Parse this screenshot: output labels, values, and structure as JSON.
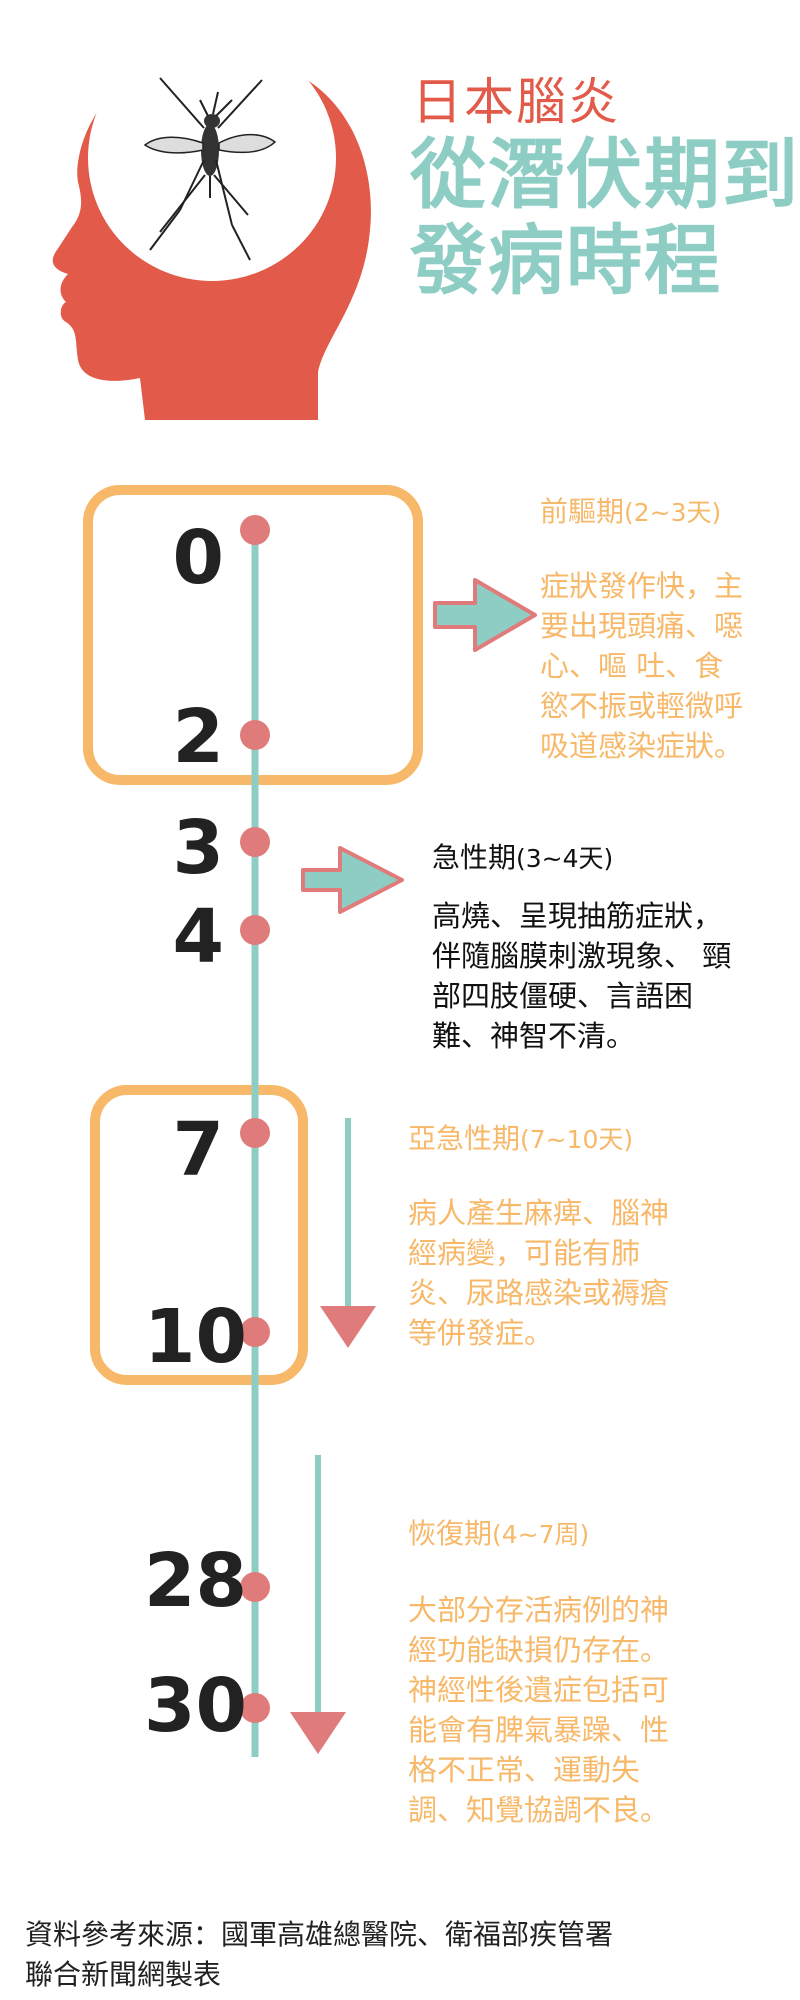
{
  "header": {
    "title": "日本腦炎",
    "subtitle_line1": "從潛伏期到",
    "subtitle_line2": "發病時程"
  },
  "timeline": {
    "day_labels": [
      "0",
      "2",
      "3",
      "4",
      "7",
      "10",
      "28",
      "30"
    ]
  },
  "phases": [
    {
      "name": "前驅期",
      "duration": "(2~3天)",
      "lines": [
        "症狀發作快，主",
        "要出現頭痛、噁",
        "心、嘔 吐、食",
        "慾不振或輕微呼",
        "吸道感染症狀。"
      ]
    },
    {
      "name": "急性期",
      "duration": "(3~4天)",
      "lines": [
        "高燒、呈現抽筋症狀，",
        "伴隨腦膜刺激現象、 頸",
        "部四肢僵硬、言語困",
        "難、神智不清。"
      ]
    },
    {
      "name": "亞急性期",
      "duration": "(7~10天)",
      "lines": [
        "病人產生麻痺、腦神",
        "經病變，可能有肺",
        "炎、尿路感染或褥瘡",
        "等併發症。"
      ]
    },
    {
      "name": "恢復期",
      "duration": "(4~7周)",
      "lines": [
        "大部分存活病例的神",
        "經功能缺損仍存在。",
        "神經性後遺症包括可",
        "能會有脾氣暴躁、性",
        "格不正常、運動失",
        "調、知覺協調不良。"
      ]
    }
  ],
  "footer": {
    "line1": "資料參考來源：國軍高雄總醫院、衛福部疾管署",
    "line2": "聯合新聞網製表"
  },
  "colors": {
    "red": "#e25b4a",
    "teal": "#8ecdc4",
    "orange": "#f7b969",
    "dot": "#e07b7b"
  }
}
